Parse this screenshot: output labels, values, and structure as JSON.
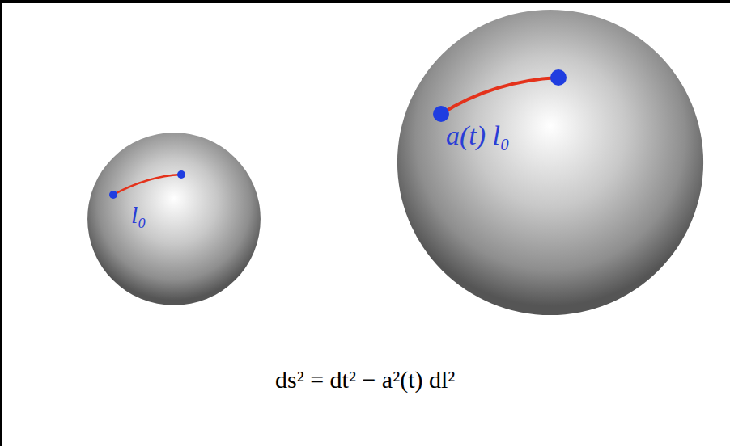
{
  "diagram": {
    "nodes": [
      {
        "text": [
          "l₀"
        ]
      },
      {
        "text": [
          "a(t) l₀"
        ]
      }
    ],
    "labels": [
      "ds² = dt² − a²(t) dl²"
    ]
  }
}
